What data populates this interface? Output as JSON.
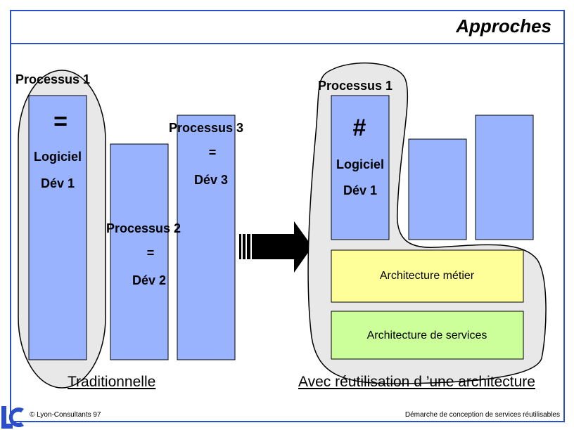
{
  "slide": {
    "title": "Approches"
  },
  "traditional": {
    "p1": {
      "name": "Processus 1",
      "symbol": "=",
      "line1": "Logiciel",
      "line2": "Dév 1"
    },
    "p2": {
      "name": "Processus 2",
      "symbol": "=",
      "line1": "Dév 2"
    },
    "p3": {
      "name": "Processus 3",
      "symbol": "=",
      "line1": "Dév 3"
    },
    "caption": "Traditionnelle"
  },
  "reuse": {
    "p1": {
      "name": "Processus 1",
      "symbol": "#",
      "line1": "Logiciel",
      "line2": "Dév 1"
    },
    "layers": {
      "business": "Architecture métier",
      "services": "Architecture de services"
    },
    "caption": "Avec réutilisation d ’une architecture"
  },
  "footer": {
    "left": "© Lyon-Consultants 97",
    "right": "Démarche de conception de services réutilisables"
  },
  "colors": {
    "border": "#2a4fc8",
    "process_fill": "#99b3ff",
    "business_fill": "#ffff99",
    "services_fill": "#ccff99",
    "group_fill": "#e8e8e8"
  }
}
